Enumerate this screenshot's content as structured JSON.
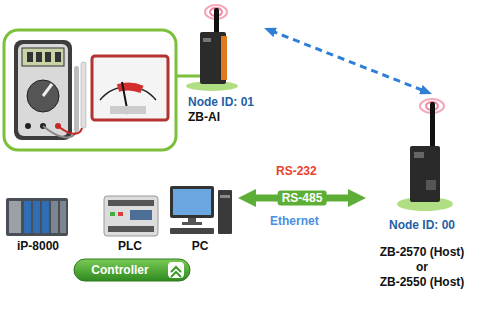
{
  "diagram": {
    "nodes": [
      {
        "text": [
          "Node ID: 01",
          "ZB-AI"
        ]
      },
      {
        "text": [
          "Node ID: 00",
          "ZB-2570 (Host)",
          "or",
          "ZB-2550 (Host)"
        ]
      },
      {
        "text": [
          "Controller"
        ]
      },
      {
        "text": [
          "iP-8000"
        ],
        "in": 2
      },
      {
        "text": [
          "PLC"
        ],
        "in": 2
      },
      {
        "text": [
          "PC"
        ],
        "in": 2
      }
    ],
    "edges": [
      {
        "from": 0,
        "to": 1,
        "arrow": "both"
      },
      {
        "from": 2,
        "to": 1,
        "arrow": "both",
        "label": "RS-485"
      }
    ],
    "labels": [
      "RS-232",
      "Ethernet"
    ]
  }
}
